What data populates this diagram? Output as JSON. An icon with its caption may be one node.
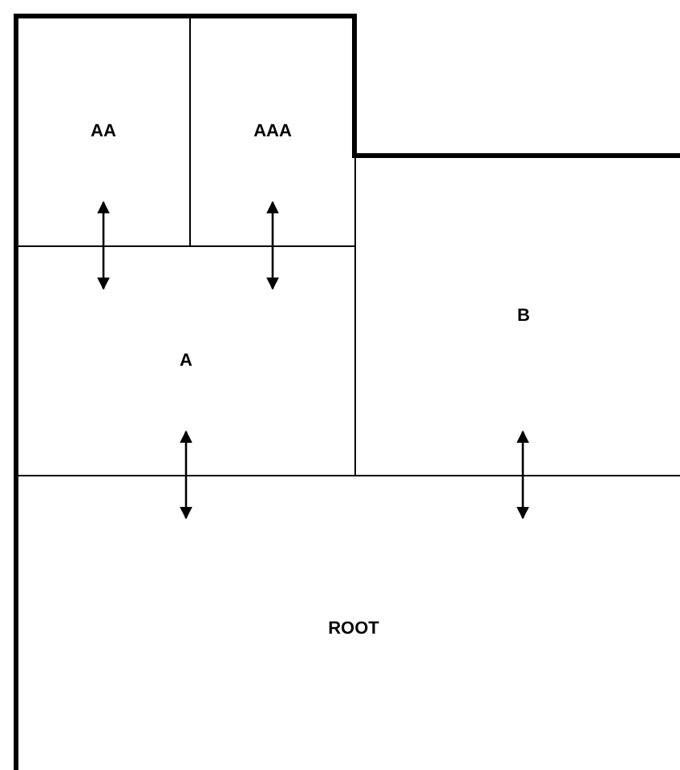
{
  "diagram": {
    "nodes": [
      {
        "text": [
          "AA"
        ]
      },
      {
        "text": [
          "AAA"
        ]
      },
      {
        "text": [
          "A"
        ]
      },
      {
        "text": [
          "B"
        ]
      },
      {
        "text": [
          "ROOT"
        ]
      }
    ],
    "edges": [
      {
        "from": 0,
        "to": 2,
        "arrow": "both"
      },
      {
        "from": 1,
        "to": 2,
        "arrow": "both"
      },
      {
        "from": 2,
        "to": 4,
        "arrow": "both"
      },
      {
        "from": 3,
        "to": 4,
        "arrow": "both"
      }
    ]
  }
}
